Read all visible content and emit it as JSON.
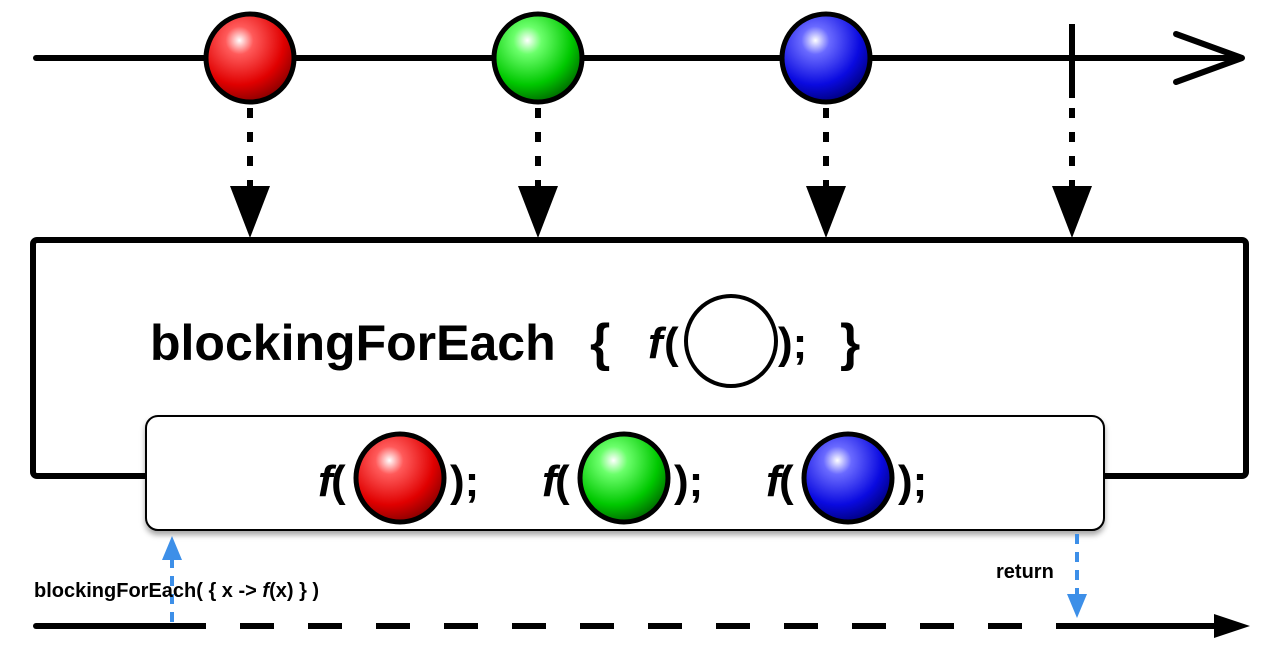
{
  "operator": {
    "name": "blockingForEach",
    "open_brace": "{",
    "func": "f",
    "open_paren": "(",
    "close_paren_semicolon": ");",
    "close_brace": "}"
  },
  "calls": [
    {
      "func": "f",
      "open": "(",
      "close": ");",
      "color": "red"
    },
    {
      "func": "f",
      "open": "(",
      "close": ");",
      "color": "green"
    },
    {
      "func": "f",
      "open": "(",
      "close": ");",
      "color": "blue"
    }
  ],
  "source_items": [
    {
      "color": "red"
    },
    {
      "color": "green"
    },
    {
      "color": "blue"
    }
  ],
  "source_completes": true,
  "caption": {
    "pre": "blockingForEach( { x -> ",
    "func": "f",
    "post": "(x) } )"
  },
  "return_label": "return",
  "colors": {
    "red": "#e00000",
    "green": "#00cc00",
    "blue": "#0a0ae0",
    "call_arrow": "#3d8fe8",
    "line": "#000000"
  }
}
